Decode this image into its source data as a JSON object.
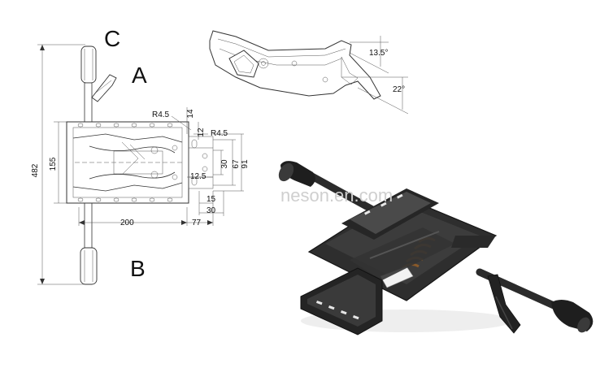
{
  "labels": {
    "a": "A",
    "b": "B",
    "c": "C"
  },
  "dimensions": {
    "overall_height": "482",
    "plate_height": "155",
    "width_200": "200",
    "width_77": "77",
    "r45_top": "R4.5",
    "r45_mid": "R4.5",
    "d14": "14",
    "d12": "12",
    "d30": "30",
    "d67": "67",
    "d91": "91",
    "d125": "12.5",
    "d15": "15",
    "d30b": "30",
    "angle_tilt": "13.5°",
    "angle_handle": "22°"
  },
  "watermark": "neson.en.com",
  "colors": {
    "line": "#333333",
    "metal": "#2b2b2b",
    "metal_light": "#4a4a4a",
    "spring": "#8a5a2a"
  }
}
